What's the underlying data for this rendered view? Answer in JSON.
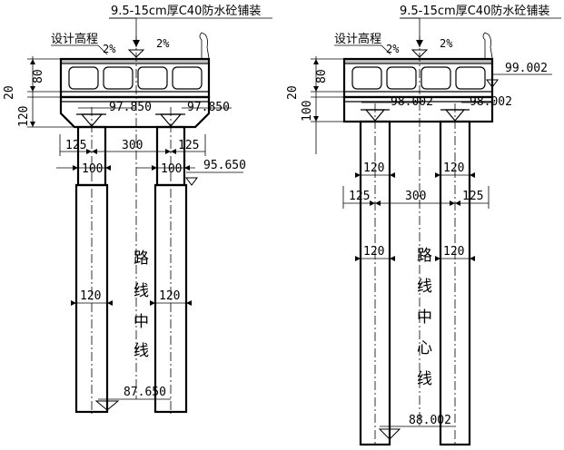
{
  "left_view": {
    "paving_note": "9.5-15cm厚C40防水砼铺装",
    "design_elevation_label": "设计高程",
    "slope_left": "2%",
    "slope_right": "2%",
    "dim_80": "80",
    "dim_20": "20",
    "dim_120": "120",
    "cap_elev_left": "97.850",
    "cap_elev_right": "97.850",
    "spacing_left": "125",
    "spacing_center": "300",
    "spacing_right": "125",
    "col_width_left": "100",
    "col_width_right": "100",
    "col_elev": "95.650",
    "pile_dia_left": "120",
    "pile_dia_right": "120",
    "centerline_label": [
      "路",
      "线",
      "中",
      "线"
    ],
    "pile_bottom_elev": "87.650"
  },
  "right_view": {
    "paving_note": "9.5-15cm厚C40防水砼铺装",
    "design_elevation_label": "设计高程",
    "slope_left": "2%",
    "slope_right": "2%",
    "dim_80": "80",
    "dim_20": "20",
    "dim_100": "100",
    "top_elev": "99.002",
    "cap_elev_left": "98.002",
    "cap_elev_right": "98.002",
    "dia_upper_left": "120",
    "dia_upper_right": "120",
    "spacing_left": "125",
    "spacing_center": "300",
    "spacing_right": "125",
    "dia_lower_left": "120",
    "dia_lower_right": "120",
    "centerline_label": [
      "路",
      "线",
      "中",
      "心",
      "线"
    ],
    "pile_bottom_elev": "88.002"
  }
}
